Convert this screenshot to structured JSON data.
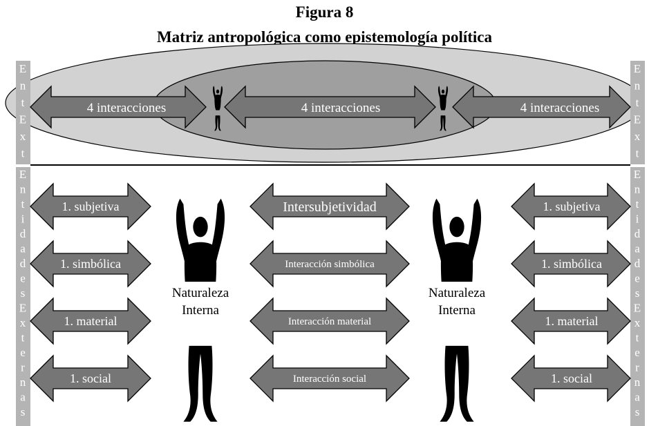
{
  "figure": {
    "number": "Figura 8",
    "title": "Matriz antropológica como epistemología política"
  },
  "top": {
    "arrow_labels": [
      "4 interacciones",
      "4 interacciones",
      "4 interacciones"
    ],
    "side_left": [
      "E",
      "n",
      "t",
      "E",
      "x",
      "t"
    ],
    "side_right": [
      "E",
      "n",
      "t",
      "E",
      "x",
      "t"
    ]
  },
  "bottom": {
    "left_arrows": [
      "1. subjetiva",
      "1. simbólica",
      "1. material",
      "1. social"
    ],
    "center_arrows": [
      "Intersubjetividad",
      "Interacción simbólica",
      "Interacción material",
      "Interacción social"
    ],
    "right_arrows": [
      "1. subjetiva",
      "1. simbólica",
      "1. material",
      "1. social"
    ],
    "figure_label": [
      "Naturaleza",
      "Interna"
    ],
    "side_left": [
      "E",
      "n",
      "t",
      "i",
      "d",
      "a",
      "d",
      "e",
      "s",
      "E",
      "x",
      "t",
      "e",
      "r",
      "n",
      "a",
      "s"
    ],
    "side_right": [
      "E",
      "n",
      "t",
      "i",
      "d",
      "a",
      "d",
      "e",
      "s",
      "E",
      "x",
      "t",
      "e",
      "r",
      "n",
      "a",
      "s"
    ]
  },
  "colors": {
    "outer_ellipse": "#d2d2d2",
    "inner_ellipse": "#9f9f9f",
    "arrow_fill": "#767676",
    "side_bar": "#b4b4b4",
    "figure": "#000000"
  }
}
